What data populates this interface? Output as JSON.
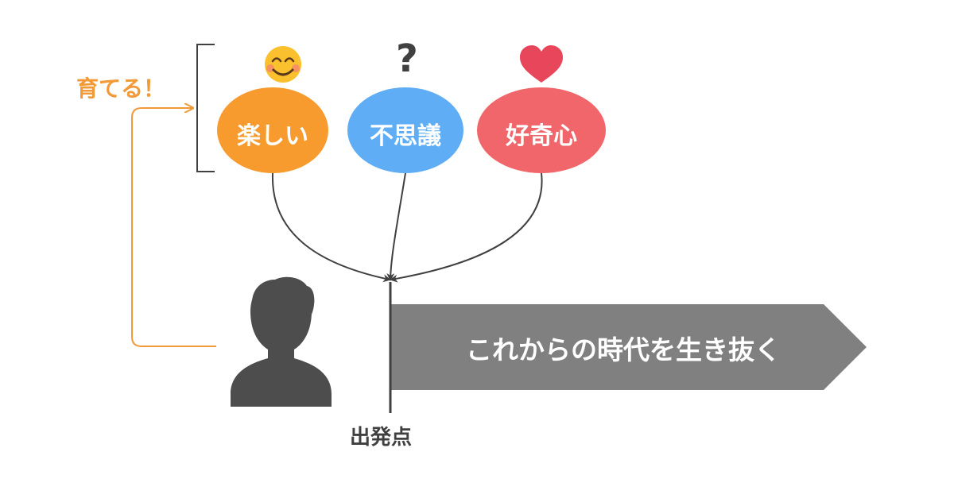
{
  "labels": {
    "grow": "育てる！",
    "start": "出発点",
    "arrow_text": "これからの時代を生き抜く",
    "question_mark": "?"
  },
  "ellipses": [
    {
      "label": "楽しい",
      "color": "#F79B2E",
      "icon": "smiley-face-icon"
    },
    {
      "label": "不思議",
      "color": "#5FAEF5",
      "icon": "question-mark-icon"
    },
    {
      "label": "好奇心",
      "color": "#F0666A",
      "icon": "heart-icon"
    }
  ],
  "colors": {
    "accent_orange": "#F29A38",
    "arrow_gray": "#808080",
    "dark": "#404040",
    "heart": "#E8465A",
    "smiley": "#FBC02D"
  }
}
